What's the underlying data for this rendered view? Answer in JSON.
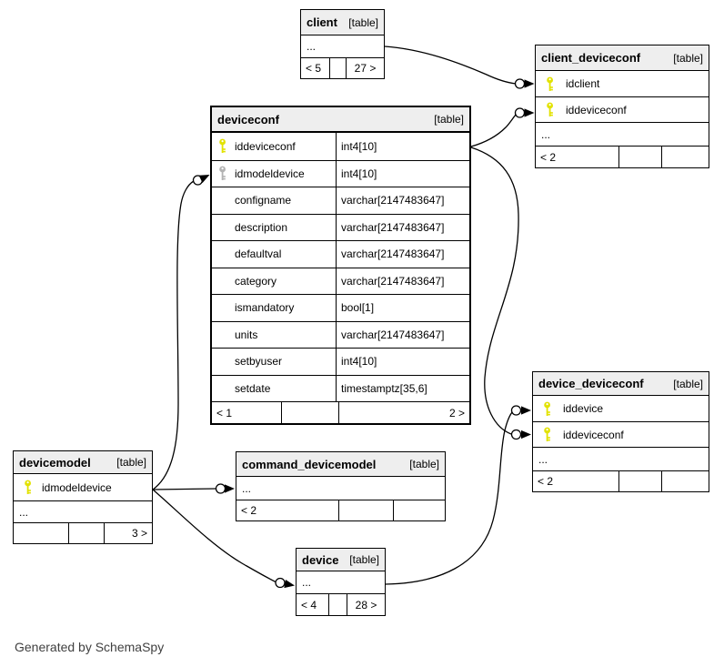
{
  "app": {
    "footer_note": "Generated by SchemaSpy"
  },
  "colors": {
    "primary_key": "#e2e200",
    "foreign_key": "#b3b3b3",
    "header_bg": "#eeeeee",
    "border": "#000000"
  },
  "tables": [
    {
      "id": "client",
      "name": "client",
      "tag": "[table]",
      "columns": [
        {
          "dots": true,
          "name": "..."
        }
      ],
      "footer": [
        "< 5",
        "",
        "27 >"
      ]
    },
    {
      "id": "client_deviceconf",
      "name": "client_deviceconf",
      "tag": "[table]",
      "columns": [
        {
          "key": "pk",
          "name": "idclient"
        },
        {
          "key": "pk",
          "name": "iddeviceconf"
        },
        {
          "dots": true,
          "name": "..."
        }
      ],
      "footer": [
        "< 2",
        "",
        ""
      ]
    },
    {
      "id": "deviceconf",
      "name": "deviceconf",
      "tag": "[table]",
      "columns": [
        {
          "key": "pk",
          "name": "iddeviceconf",
          "type": "int4[10]"
        },
        {
          "key": "fk",
          "name": "idmodeldevice",
          "type": "int4[10]"
        },
        {
          "name": "configname",
          "type": "varchar[2147483647]"
        },
        {
          "name": "description",
          "type": "varchar[2147483647]"
        },
        {
          "name": "defaultval",
          "type": "varchar[2147483647]"
        },
        {
          "name": "category",
          "type": "varchar[2147483647]"
        },
        {
          "name": "ismandatory",
          "type": "bool[1]"
        },
        {
          "name": "units",
          "type": "varchar[2147483647]"
        },
        {
          "name": "setbyuser",
          "type": "int4[10]"
        },
        {
          "name": "setdate",
          "type": "timestamptz[35,6]"
        }
      ],
      "footer": [
        "< 1",
        "",
        "2 >"
      ]
    },
    {
      "id": "device_deviceconf",
      "name": "device_deviceconf",
      "tag": "[table]",
      "columns": [
        {
          "key": "pk",
          "name": "iddevice"
        },
        {
          "key": "pk",
          "name": "iddeviceconf"
        },
        {
          "dots": true,
          "name": "..."
        }
      ],
      "footer": [
        "< 2",
        "",
        ""
      ]
    },
    {
      "id": "devicemodel",
      "name": "devicemodel",
      "tag": "[table]",
      "columns": [
        {
          "key": "pk",
          "name": "idmodeldevice"
        },
        {
          "dots": true,
          "name": "..."
        }
      ],
      "footer": [
        "",
        "",
        "3 >"
      ]
    },
    {
      "id": "command_devicemodel",
      "name": "command_devicemodel",
      "tag": "[table]",
      "columns": [
        {
          "dots": true,
          "name": "..."
        }
      ],
      "footer": [
        "< 2",
        "",
        ""
      ]
    },
    {
      "id": "device",
      "name": "device",
      "tag": "[table]",
      "columns": [
        {
          "dots": true,
          "name": "..."
        }
      ],
      "footer": [
        "< 4",
        "",
        "28 >"
      ]
    }
  ],
  "edges": [
    {
      "from": "client",
      "to": "client_deviceconf",
      "to_column": "idclient"
    },
    {
      "from": "deviceconf",
      "to": "client_deviceconf",
      "to_column": "iddeviceconf"
    },
    {
      "from": "deviceconf",
      "to": "device_deviceconf",
      "to_column": "iddeviceconf"
    },
    {
      "from": "device",
      "to": "device_deviceconf",
      "to_column": "iddevice"
    },
    {
      "from": "devicemodel",
      "to": "deviceconf",
      "to_column": "idmodeldevice"
    },
    {
      "from": "devicemodel",
      "to": "command_devicemodel",
      "to_column": "..."
    },
    {
      "from": "devicemodel",
      "to": "device",
      "to_column": "..."
    }
  ]
}
